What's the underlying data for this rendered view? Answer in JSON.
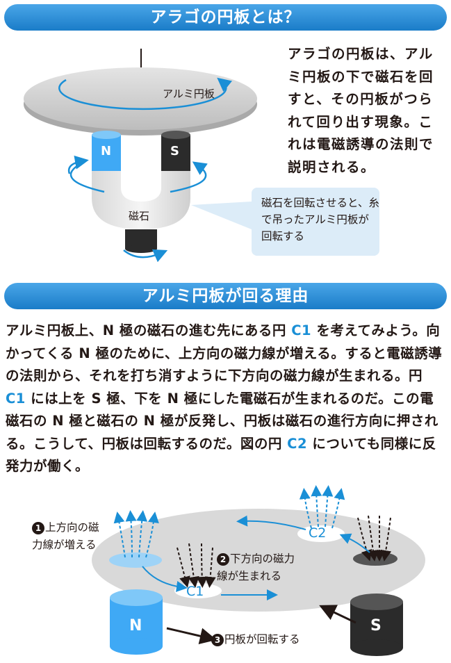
{
  "banner1": "アラゴの円板とは？",
  "banner2": "アルミ円板が回る理由",
  "desc1": "アラゴの円板は、アルミ円板の下で磁石を回すと、その円板がつられて回り出す現象。これは電磁誘導の法則で説明される。",
  "fig1": {
    "disk_label": "アルミ円板",
    "magnet_label": "磁石",
    "pole_n": "N",
    "pole_s": "S",
    "callout": "磁石を回転させると、糸で吊ったアルミ円板が回転する"
  },
  "body2": {
    "p1": "アルミ円板上、N 極の磁石の進む先にある円 ",
    "c1": "C1",
    "p2": " を考えてみよう。向かってくる N 極のために、上方向の磁力線が増える。すると電磁誘導の法則から、それを打ち消すように下方向の磁力線が生まれる。円 ",
    "c1b": "C1",
    "p3": " には上を S 極、下を N 極にした電磁石が生まれるのだ。この電磁石の N 極と磁石の N 極が反発し、円板は磁石の進行方向に押される。こうして、円板は回転するのだ。図の円 ",
    "c2": "C2",
    "p4": " についても同様に反発力が働く。"
  },
  "fig2": {
    "label1_num": "1",
    "label1": "上方向の磁力線が増える",
    "label2_num": "2",
    "label2": "下方向の磁力線が生まれる",
    "label3_num": "3",
    "label3": "円板が回転する",
    "c1": "C1",
    "c2": "C2",
    "pole_n": "N",
    "pole_s": "S"
  },
  "colors": {
    "banner": "#1a7cc8",
    "highlight": "#1a8fd6",
    "callout_bg": "#dcecf8"
  }
}
